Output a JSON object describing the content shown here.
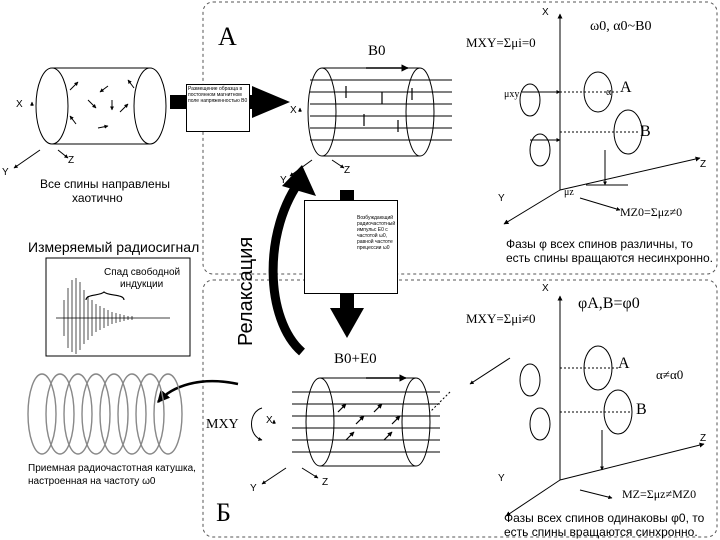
{
  "panel_a": {
    "letter": "А",
    "field_label": "B0",
    "sum_label": "MXY=Σμi=0",
    "omega_label": "ω0, α0~B0",
    "mz_label": "MZ0=Σμz≠0",
    "phase_caption_1": "Фазы φ всех спинов различны, то",
    "phase_caption_2": "есть спины вращаются несинхронно.",
    "cone_a": "A",
    "cone_b": "B",
    "alpha": "α",
    "mu_xy": "μxy",
    "mu_z": "μz"
  },
  "panel_b": {
    "letter": "Б",
    "field_label": "B0+E0",
    "sum_label": "MXY=Σμi≠0",
    "phi_label": "φA,B=φ0",
    "alpha_ne": "α≠α0",
    "mz_label": "MZ=Σμz≠MZ0",
    "phase_caption_1": "Фазы всех спинов одинаковы φ0, то",
    "phase_caption_2": "есть спины вращаются синхронно.",
    "cone_a": "A",
    "cone_b": "B",
    "mxy_label": "MXY"
  },
  "left": {
    "chaotic_caption_1": "Все спины направлены",
    "chaotic_caption_2": "хаотично",
    "signal_title": "Измеряемый радиосигнал",
    "fid_label_1": "Спад свободной",
    "fid_label_2": "индукции",
    "coil_caption_1": "Приемная радиочастотная катушка,",
    "coil_caption_2": "настроенная на частоту ω0",
    "field_box_text": "Размещение образца в постоянном магнитном поле напряженностью B0"
  },
  "center": {
    "relaxation": "Релаксация",
    "pulse_box_text": "Возбуждающий радиочастотный импульс E0 с частотой ω0, равной частоте прецессии ω0"
  },
  "axes": {
    "x": "X",
    "y": "Y",
    "z": "Z"
  }
}
